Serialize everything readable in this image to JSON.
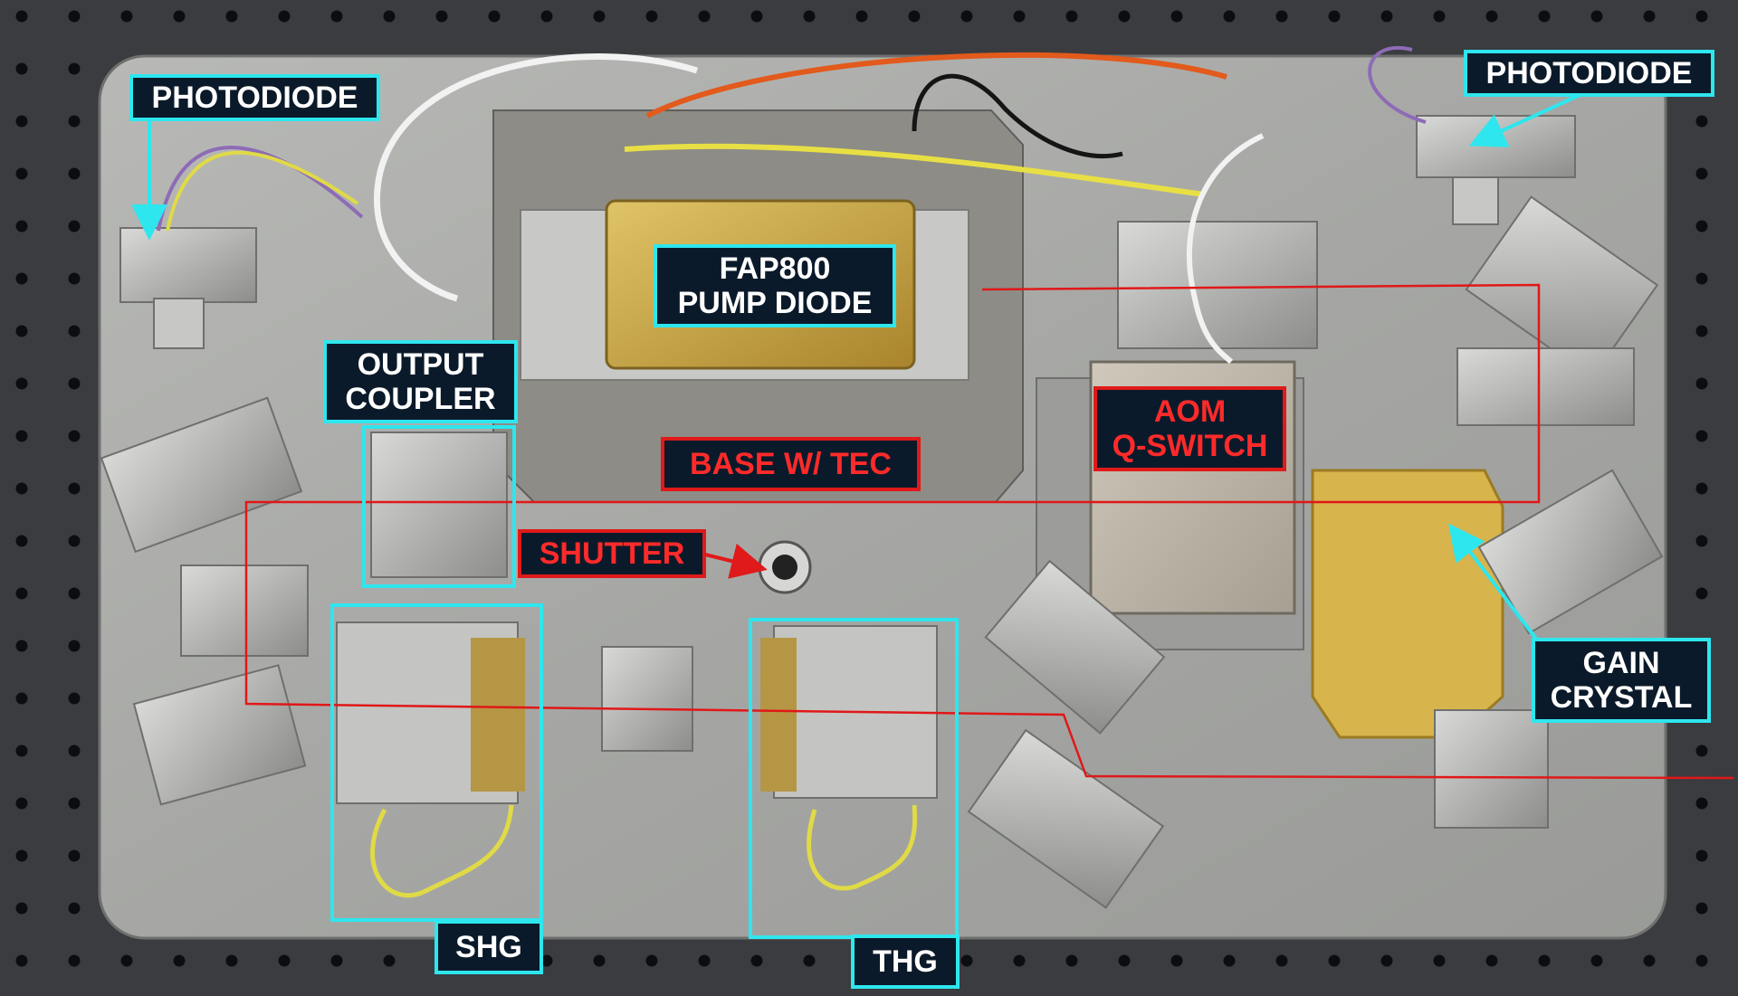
{
  "labels": {
    "photodiode_left": "PHOTODIODE",
    "photodiode_right": "PHOTODIODE",
    "fap800": "FAP800\nPUMP DIODE",
    "output_coupler": "OUTPUT\nCOUPLER",
    "base_tec": "BASE W/ TEC",
    "shutter": "SHUTTER",
    "aom": "AOM\nQ-SWITCH",
    "gain_crystal": "GAIN\nCRYSTAL",
    "shg": "SHG",
    "thg": "THG"
  },
  "colors": {
    "label_cyan": "#2ee6ee",
    "label_red": "#e01a1a",
    "label_background": "#0b1a2a",
    "beam": "#e01818",
    "plate": "#a9aaa7",
    "table": "#2a2c30",
    "diode_gold": "#c9a640"
  }
}
